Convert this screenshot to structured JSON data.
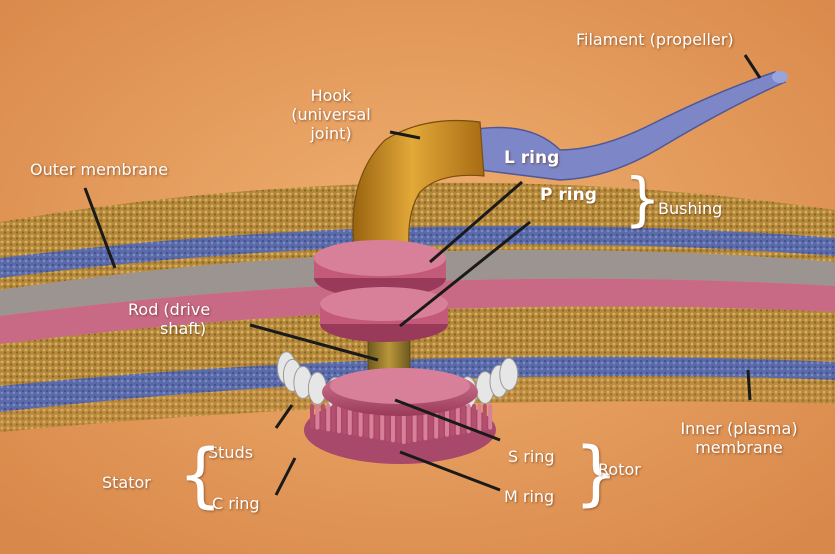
{
  "diagram": {
    "labels": {
      "filament": "Filament (propeller)",
      "hook_line1": "Hook",
      "hook_line2": "(universal",
      "hook_line3": "joint)",
      "outer_membrane": "Outer membrane",
      "l_ring": "L ring",
      "p_ring": "P ring",
      "bushing": "Bushing",
      "rod_line1": "Rod (drive",
      "rod_line2": "shaft)",
      "inner_line1": "Inner (plasma)",
      "inner_line2": "membrane",
      "studs": "Studs",
      "stator": "Stator",
      "c_ring": "C ring",
      "s_ring": "S ring",
      "m_ring": "M ring",
      "rotor": "Rotor"
    }
  },
  "colors": {
    "background": "#e8a060",
    "membrane_tan": "#b4883a",
    "membrane_blue": "#5a6aa8",
    "membrane_pink": "#c86a86",
    "filament_blue": "#7d87c8",
    "hook_gold": "#d2962a",
    "ring_pink": "#c45a7a",
    "stud_white": "#e6e6e6"
  }
}
